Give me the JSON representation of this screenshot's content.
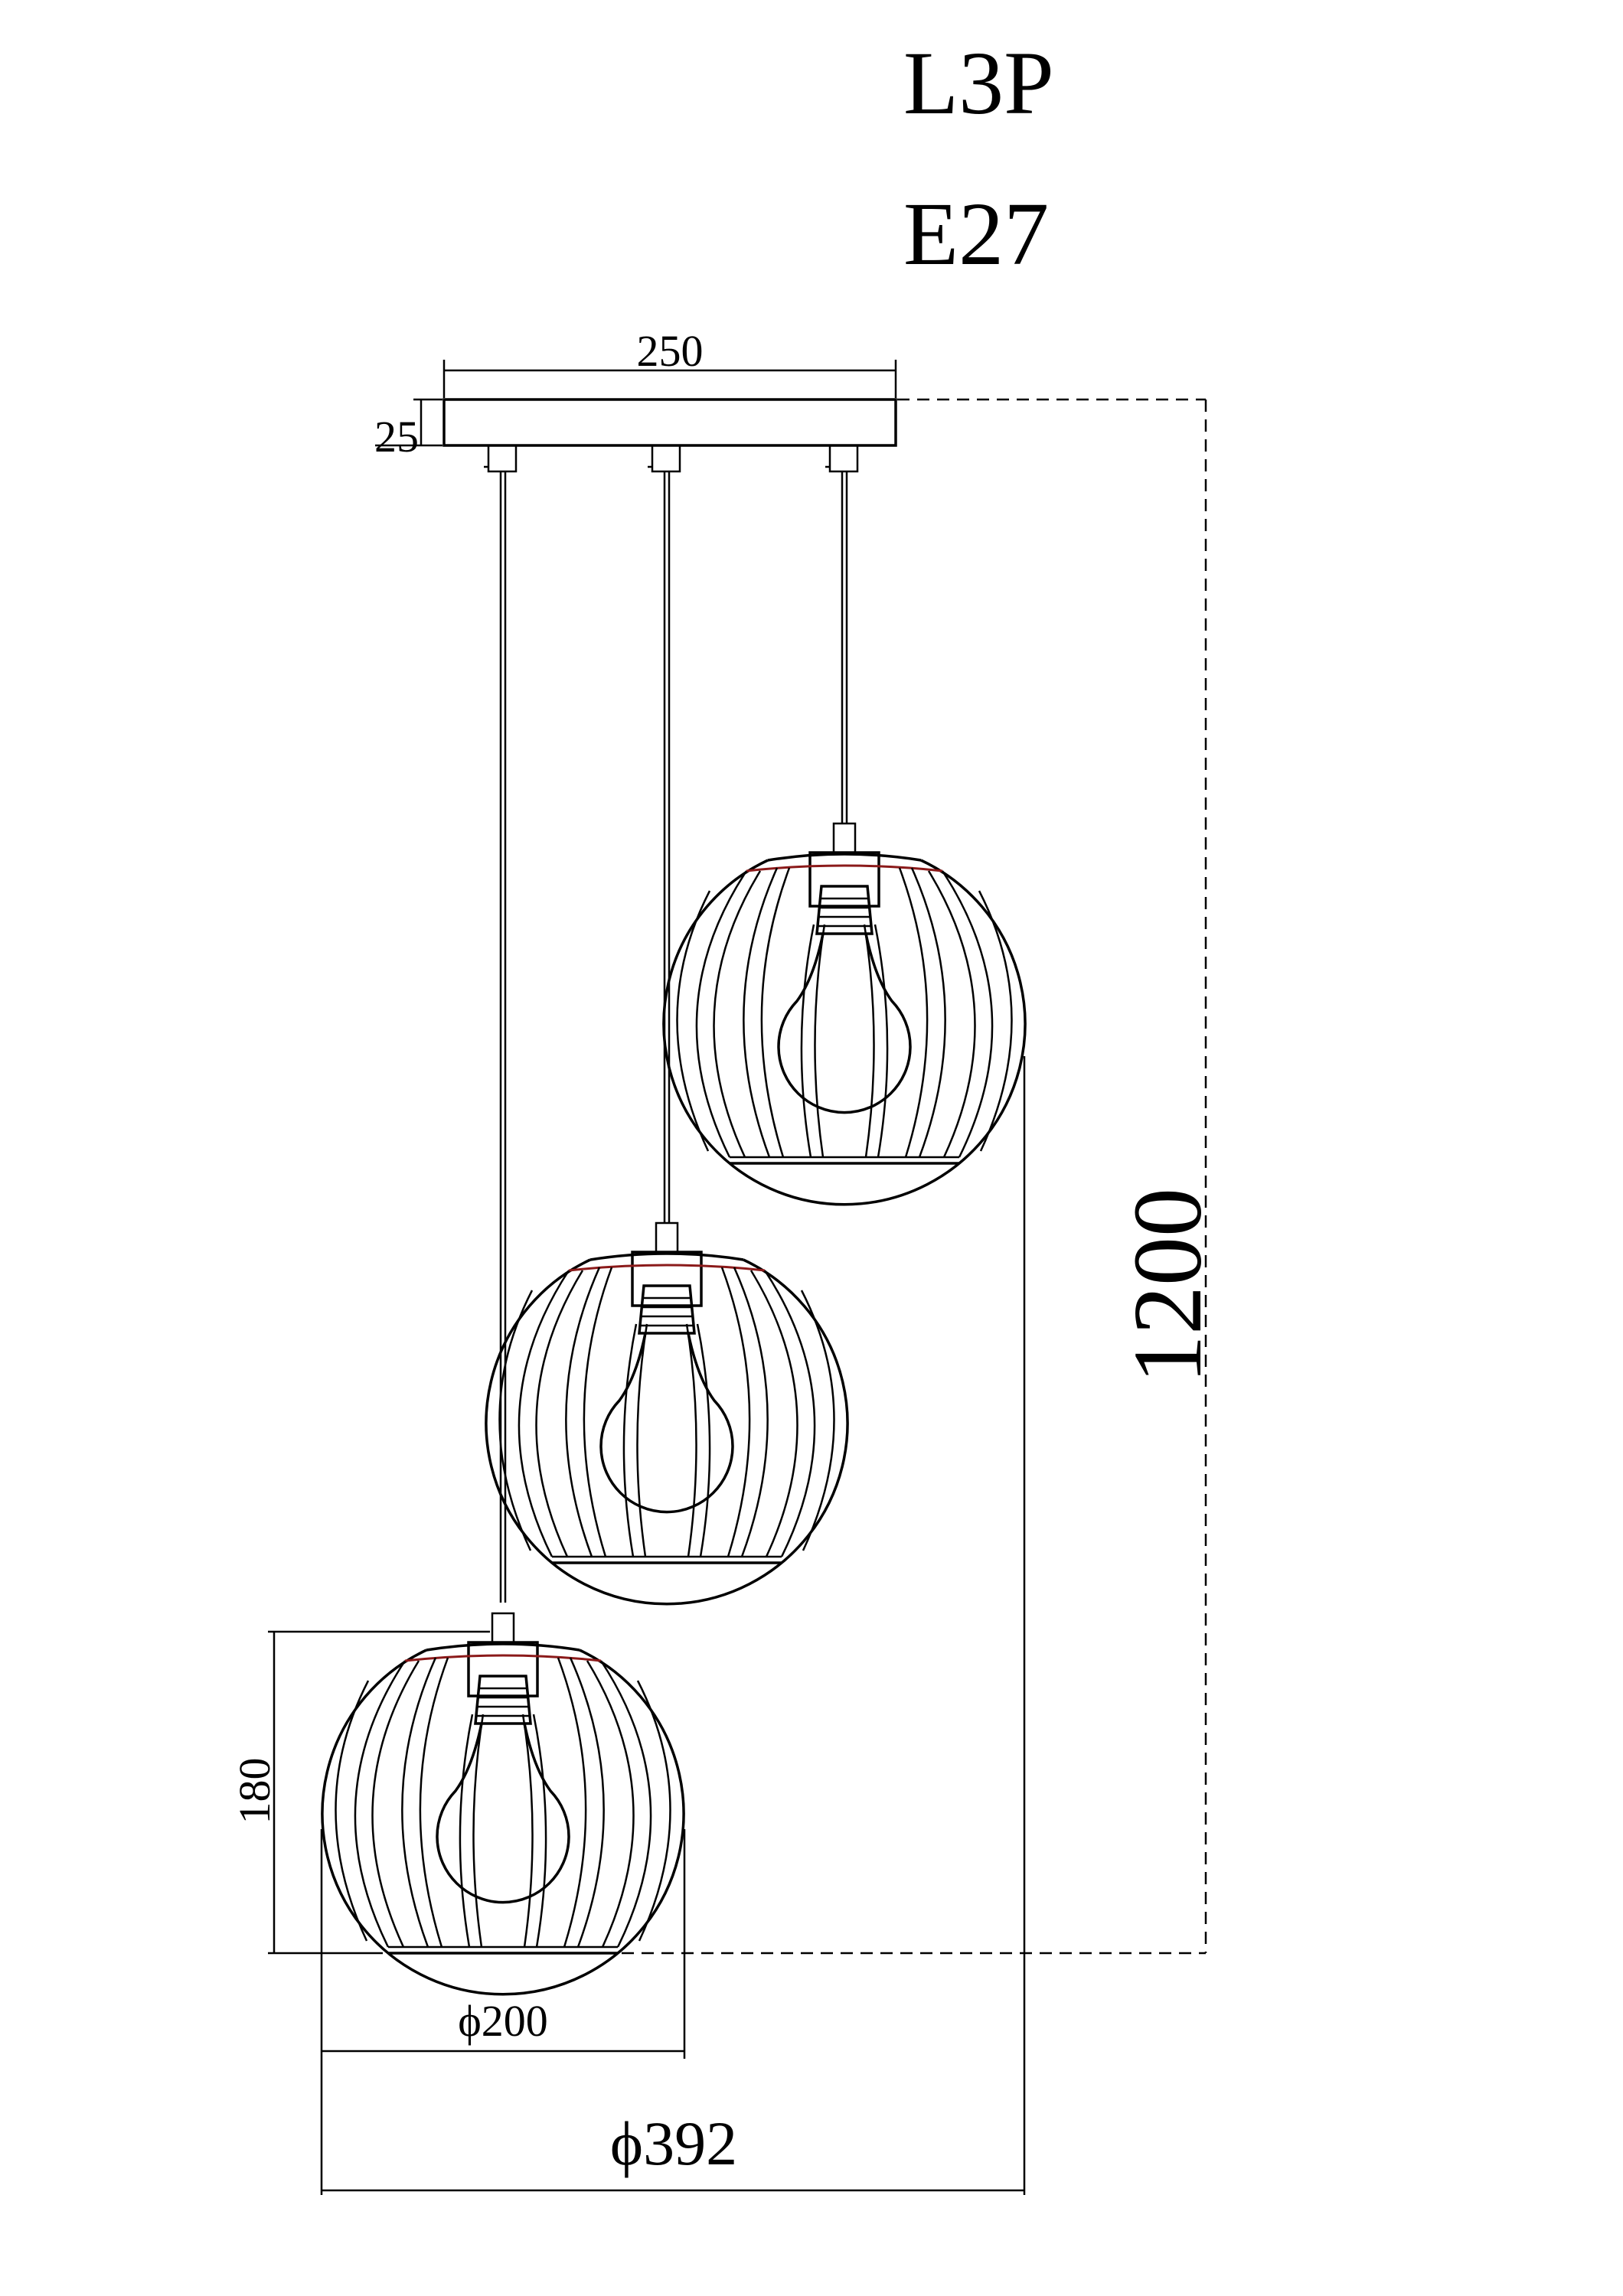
{
  "header": {
    "model": "L3P",
    "socket": "E27"
  },
  "dimensions": {
    "canopy_width": "250",
    "canopy_height": "25",
    "total_height": "1200",
    "shade_height": "180",
    "shade_diameter": "ϕ200",
    "overall_diameter": "ϕ392"
  },
  "colors": {
    "line": "#000000",
    "shade_rim": "#8b1a1a"
  }
}
